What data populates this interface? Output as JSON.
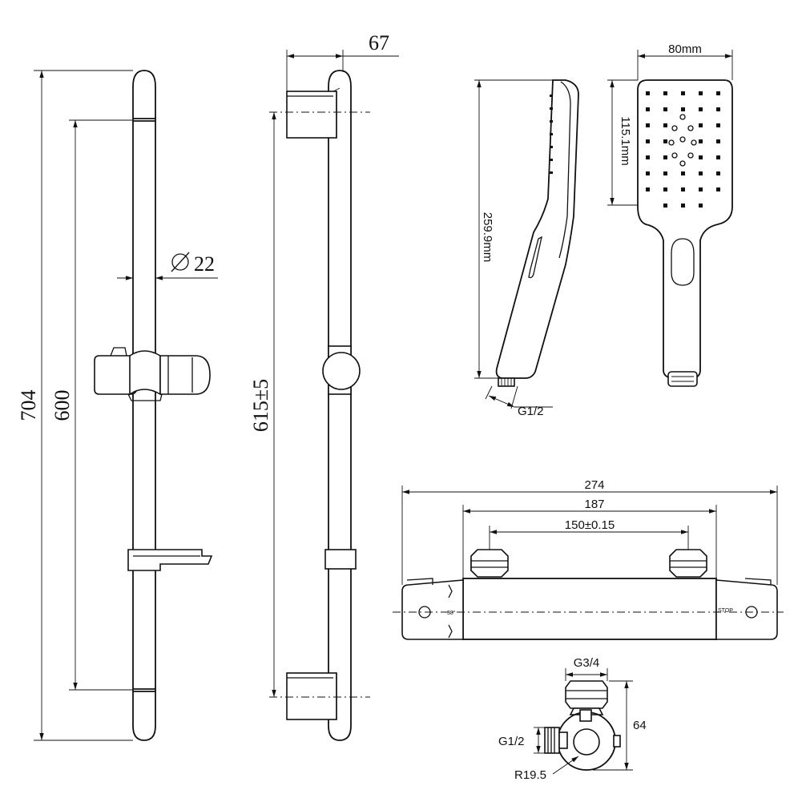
{
  "rail_front": {
    "overall_height": "704",
    "centers": "600",
    "diameter": "22"
  },
  "rail_side": {
    "depth": "67",
    "height": "615±5"
  },
  "hand_shower_side": {
    "length": "259.9mm",
    "thread": "G1/2"
  },
  "hand_shower_front": {
    "width": "80mm",
    "head_height": "115.1mm"
  },
  "valve_front": {
    "overall_width": "274",
    "body_width": "187",
    "inlet_centers": "150±0.15",
    "temp_mark": "38°",
    "stop_mark": "STOP"
  },
  "valve_side": {
    "outlet_thread": "G3/4",
    "inlet_thread": "G1/2",
    "depth": "64",
    "radius": "R19.5"
  }
}
